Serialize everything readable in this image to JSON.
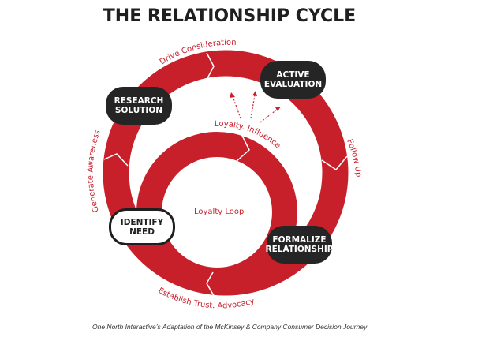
{
  "title": "THE RELATIONSHIP CYCLE",
  "colors": {
    "ring": "#c8202b",
    "dark_box": "#252525",
    "label": "#c8202b",
    "text": "#1f1f1f"
  },
  "stages": {
    "research_solution": "RESEARCH\nSOLUTION",
    "active_evaluation": "ACTIVE\nEVALUATION",
    "identify_need": "IDENTIFY\nNEED",
    "formalize_relationship": "FORMALIZE\nRELATIONSHIP"
  },
  "arc_labels": {
    "drive_consideration": "Drive Consideration",
    "follow_up": "Follow Up",
    "generate_awareness": "Generate Awareness",
    "establish_trust": "Establish Trust. Advocacy.",
    "loyalty_influence": "Loyalty. Influence."
  },
  "center_label": "Loyalty Loop",
  "caption": "One North Interactive’s Adaptation of the McKinsey & Company Consumer Decision Journey"
}
